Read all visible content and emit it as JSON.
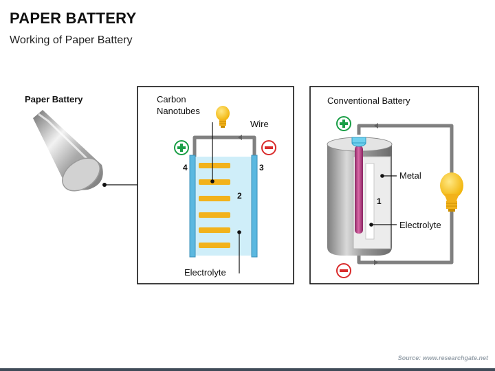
{
  "header": {
    "title": "PAPER BATTERY",
    "subtitle": "Working of Paper Battery"
  },
  "left": {
    "label": "Paper Battery"
  },
  "paper_panel": {
    "carbon_line1": "Carbon",
    "carbon_line2": "Nanotubes",
    "wire": "Wire",
    "electrolyte": "Electrolyte",
    "num_left": "4",
    "num_right": "3",
    "num_center": "2"
  },
  "conventional_panel": {
    "title": "Conventional Battery",
    "metal": "Metal",
    "electrolyte": "Electrolyte",
    "num": "1"
  },
  "footer": {
    "source": "Source: www.researchgate.net"
  },
  "colors": {
    "plus": "#1a9e46",
    "minus": "#d92b2b",
    "nanotube": "#f2b21b",
    "electrolyte_fill": "#cfeef9",
    "electrode": "#5bb8e0",
    "wire": "#808080",
    "bulb": "#f7c21a",
    "rod": "#b8337e"
  }
}
